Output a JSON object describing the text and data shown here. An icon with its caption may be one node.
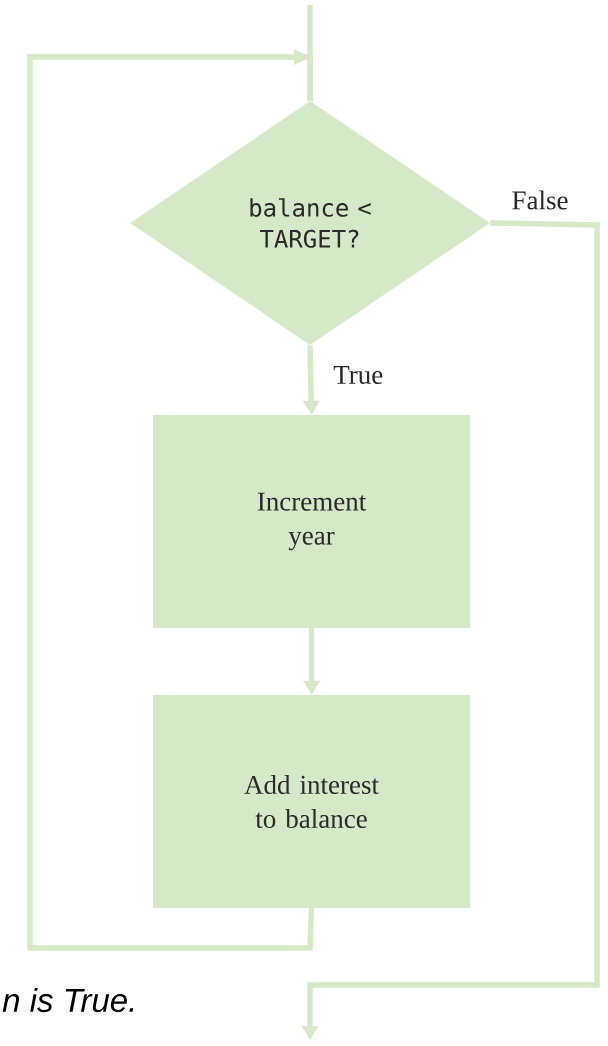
{
  "diagram": {
    "nodes": [
      {
        "text": [
          "balance < TARGET?"
        ]
      },
      {
        "text": [
          "Increment year"
        ]
      },
      {
        "text": [
          "Add interest to balance"
        ]
      }
    ],
    "edges": [
      {
        "from": null,
        "to": 0,
        "arrow": "none"
      },
      {
        "from": 0,
        "to": 1,
        "arrow": "to",
        "label": "True"
      },
      {
        "from": 1,
        "to": 2,
        "arrow": "to"
      },
      {
        "from": 2,
        "to": 0,
        "arrow": "to"
      },
      {
        "from": 0,
        "to": null,
        "arrow": "to",
        "label": "False"
      }
    ],
    "labels": [
      "n is True."
    ]
  }
}
